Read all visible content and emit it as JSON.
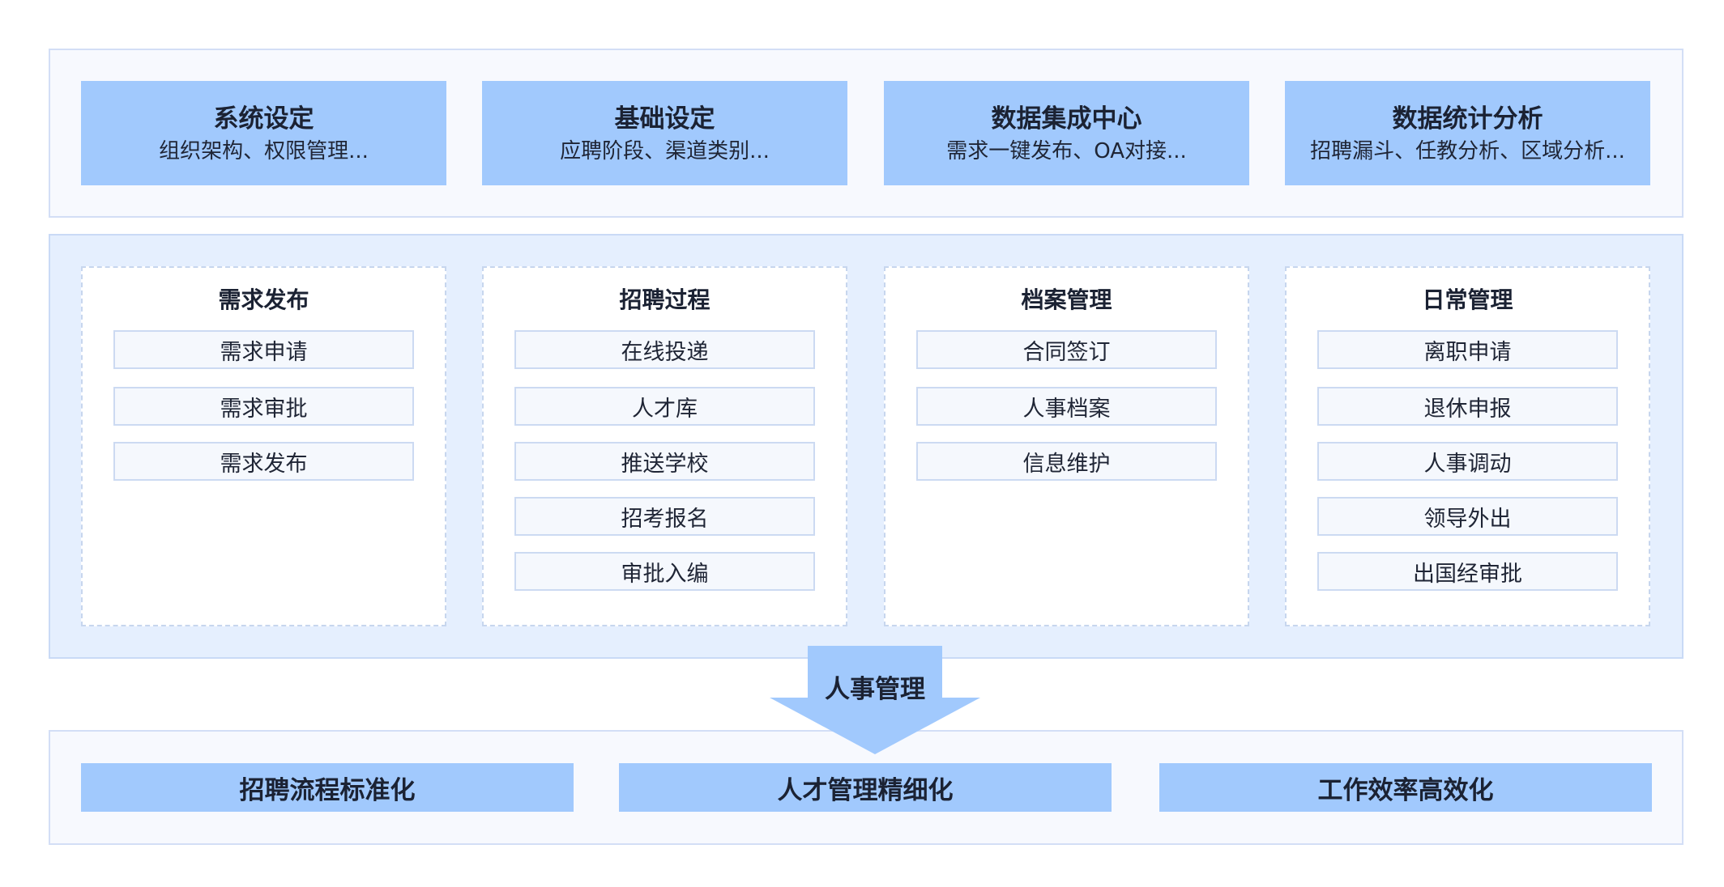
{
  "top_row": [
    {
      "title": "系统设定",
      "subtitle": "组织架构、权限管理..."
    },
    {
      "title": "基础设定",
      "subtitle": "应聘阶段、渠道类别..."
    },
    {
      "title": "数据集成中心",
      "subtitle": "需求一键发布、OA对接..."
    },
    {
      "title": "数据统计分析",
      "subtitle": "招聘漏斗、任教分析、区域分析..."
    }
  ],
  "modules": [
    {
      "title": "需求发布",
      "items": [
        "需求申请",
        "需求审批",
        "需求发布"
      ]
    },
    {
      "title": "招聘过程",
      "items": [
        "在线投递",
        "人才库",
        "推送学校",
        "招考报名",
        "审批入编"
      ]
    },
    {
      "title": "档案管理",
      "items": [
        "合同签订",
        "人事档案",
        "信息维护"
      ]
    },
    {
      "title": "日常管理",
      "items": [
        "离职申请",
        "退休申报",
        "人事调动",
        "领导外出",
        "出国经审批"
      ]
    }
  ],
  "arrow": {
    "label": "人事管理",
    "color": "#a1c9fd"
  },
  "outcomes": [
    "招聘流程标准化",
    "人才管理精细化",
    "工作效率高效化"
  ],
  "colors": {
    "accent_fill": "#a1c9fd",
    "panel_bg": "#f7f9fe",
    "middle_bg": "#e5effe",
    "border": "#d3def6"
  }
}
